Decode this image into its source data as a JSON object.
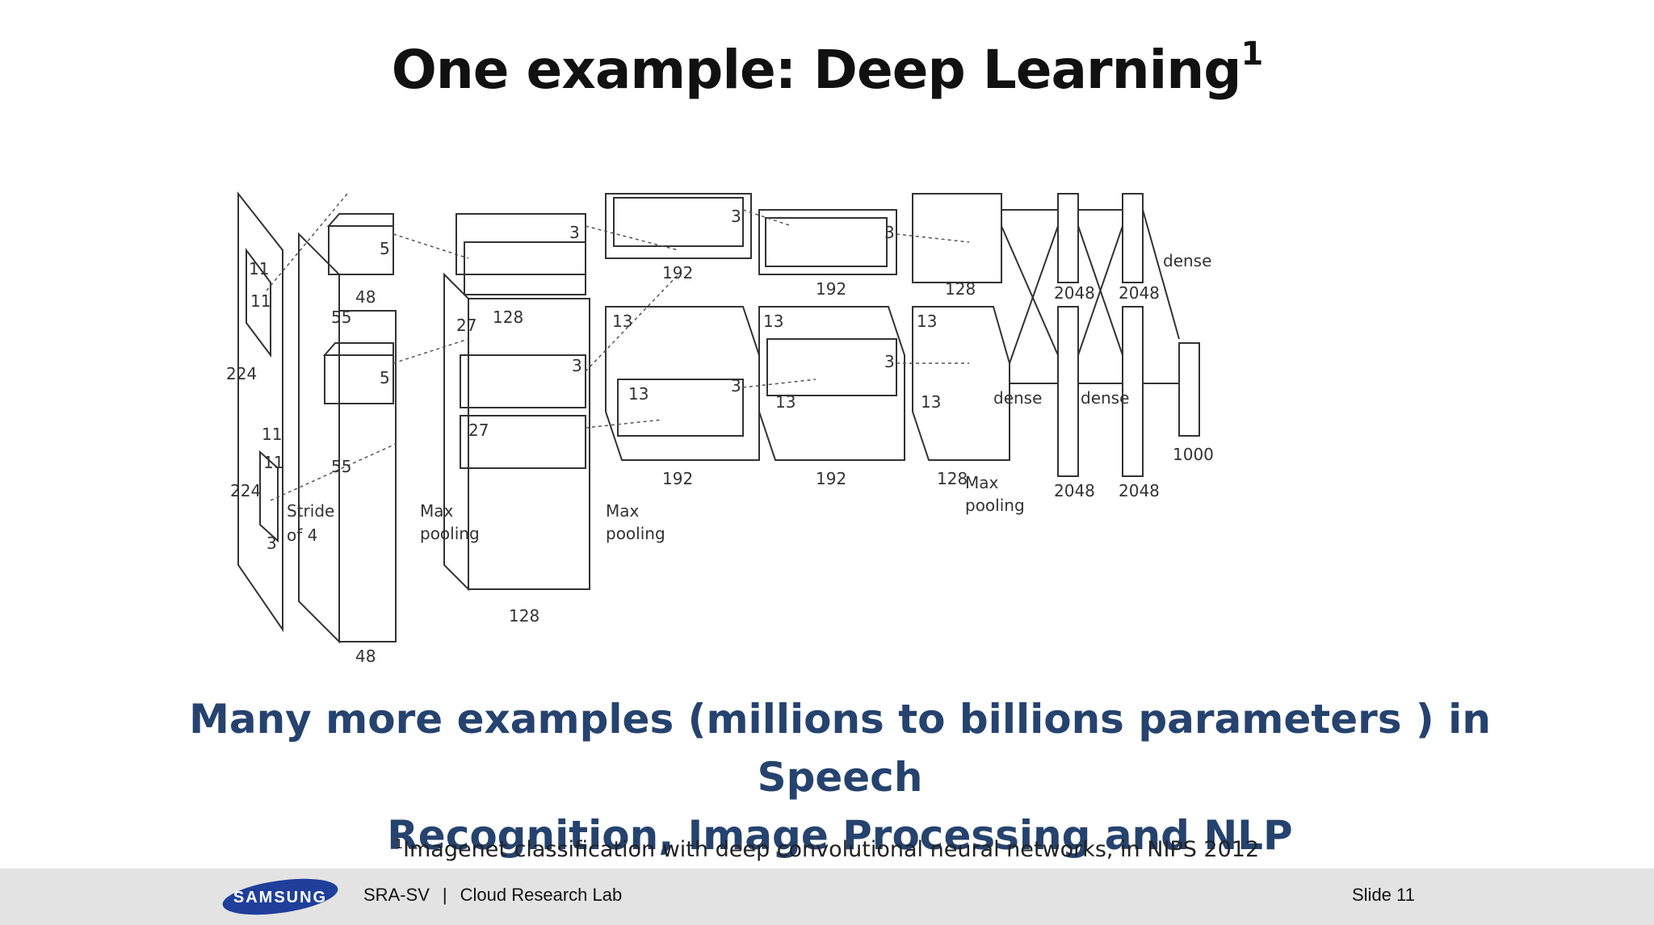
{
  "slide": {
    "title": "One example: Deep Learning",
    "title_sup": "1",
    "subtitle_line1": "Many more examples (millions to billions parameters )  in Speech",
    "subtitle_line2": "Recognition, Image Processing and NLP",
    "footnote_sup": "1",
    "footnote": "Imagenet classification with deep convolutional neural networks, in NIPS 2012"
  },
  "footer": {
    "logo_text": "SAMSUNG",
    "org": "SRA-SV",
    "separator": "|",
    "lab": "Cloud Research Lab",
    "slide_number": "Slide 11"
  },
  "diagram": {
    "input": {
      "size": "224",
      "size2": "224",
      "channels": "3",
      "kernel": "11",
      "stride": "Stride",
      "stride2": "of 4"
    },
    "conv1": {
      "dim_top": "48",
      "dim_bottom": "48",
      "spatial": "55",
      "spatial2": "55",
      "kernel": "5"
    },
    "pool1": {
      "line1": "Max",
      "line2": "pooling"
    },
    "conv2": {
      "dim_top": "128",
      "dim_bottom": "128",
      "spatial": "27",
      "spatial2": "27",
      "kernel": "3"
    },
    "pool2": {
      "line1": "Max",
      "line2": "pooling"
    },
    "conv3": {
      "dim_top": "192",
      "dim_bottom": "192",
      "spatial": "13",
      "spatial2": "13",
      "kernel": "3"
    },
    "conv4": {
      "dim_top": "192",
      "dim_bottom": "192",
      "spatial": "13",
      "spatial2": "13",
      "kernel": "3"
    },
    "conv5": {
      "dim_top": "128",
      "dim_bottom": "128",
      "spatial": "13",
      "spatial2": "13"
    },
    "pool3": {
      "line1": "Max",
      "line2": "pooling"
    },
    "fc": {
      "label": "dense",
      "top": "2048",
      "bottom": "2048"
    },
    "output": {
      "label": "1000"
    }
  }
}
